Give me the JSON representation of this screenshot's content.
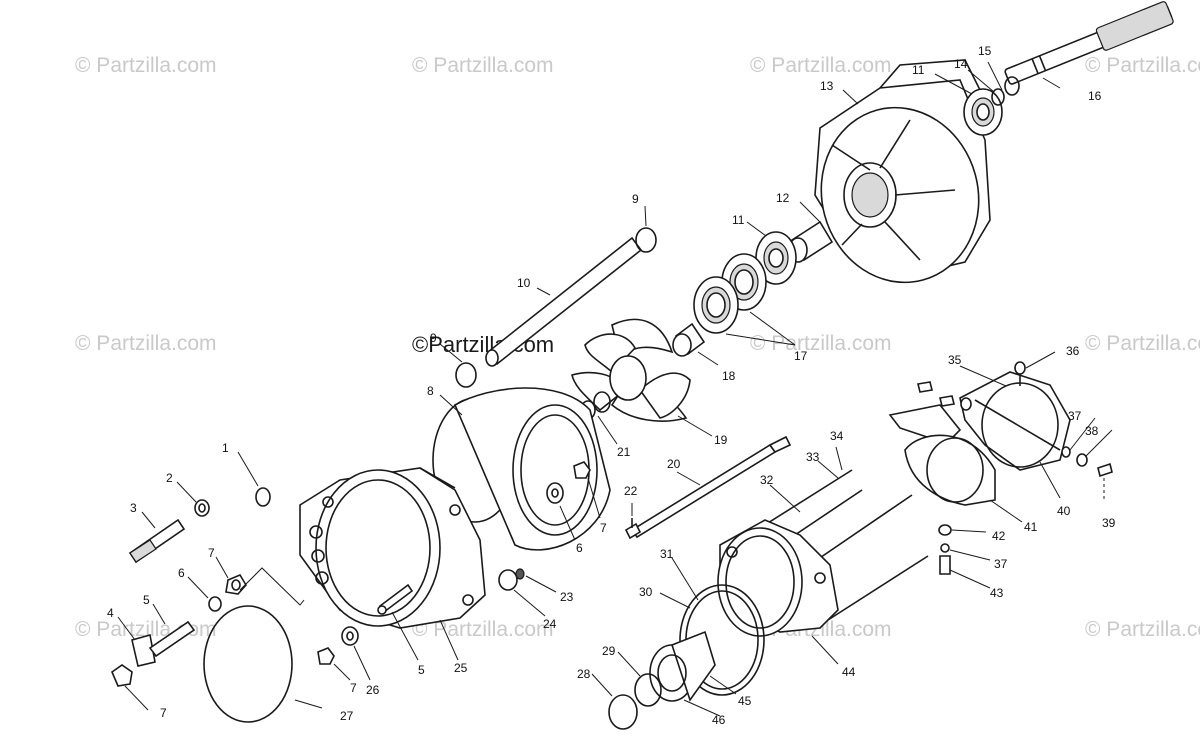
{
  "watermark_text": "© Partzilla.com",
  "center_watermark_text": "©Partzilla.com",
  "callouts": {
    "c1": "1",
    "c2": "2",
    "c3": "3",
    "c4": "4",
    "c5a": "5",
    "c5b": "5",
    "c6a": "6",
    "c6b": "6",
    "c7a": "7",
    "c7b": "7",
    "c7c": "7",
    "c7d": "7",
    "c8": "8",
    "c9a": "9",
    "c9b": "9",
    "c10": "10",
    "c11a": "11",
    "c11b": "11",
    "c12": "12",
    "c13": "13",
    "c14": "14",
    "c15": "15",
    "c16": "16",
    "c17": "17",
    "c18": "18",
    "c19": "19",
    "c20": "20",
    "c21": "21",
    "c22": "22",
    "c23": "23",
    "c24": "24",
    "c25": "25",
    "c26": "26",
    "c27": "27",
    "c28": "28",
    "c29": "29",
    "c30": "30",
    "c31": "31",
    "c32": "32",
    "c33": "33",
    "c34": "34",
    "c35": "35",
    "c36": "36",
    "c37a": "37",
    "c37b": "37",
    "c38": "38",
    "c39": "39",
    "c40": "40",
    "c41": "41",
    "c42": "42",
    "c43": "43",
    "c44": "44",
    "c45": "45",
    "c46": "46"
  }
}
